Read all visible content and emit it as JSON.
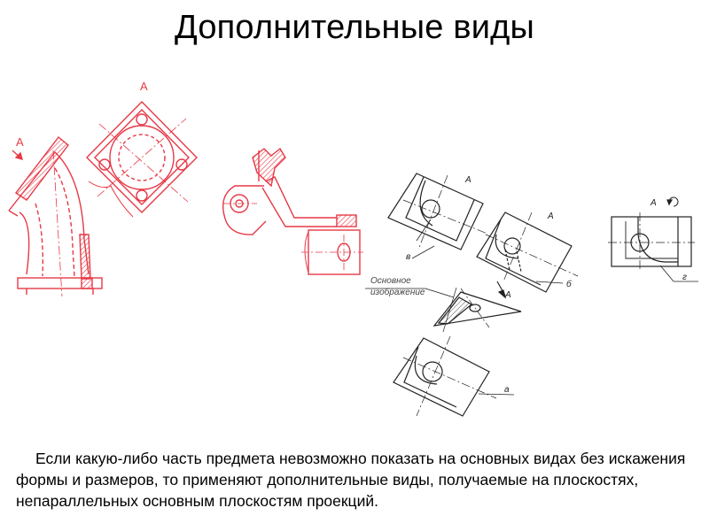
{
  "title": "Дополнительные виды",
  "colors": {
    "red": "#e63946",
    "black": "#222222"
  },
  "left_drawing": {
    "view_label_arrow": "А",
    "view_label_flange": "А"
  },
  "right_drawing": {
    "label_A_1": "А",
    "label_A_2": "А",
    "label_A_3": "А",
    "label_A_4": "А",
    "label_v": "в",
    "label_b": "б",
    "label_a": "а",
    "label_g": "г",
    "main_view_line1": "Основное",
    "main_view_line2": "изображение"
  },
  "description": "Если какую-либо часть предмета невозможно показать на основных видах без искажения формы и размеров, то применяют дополнительные виды, получаемые на плоскостях, непараллельных основным плоскостям проекций."
}
